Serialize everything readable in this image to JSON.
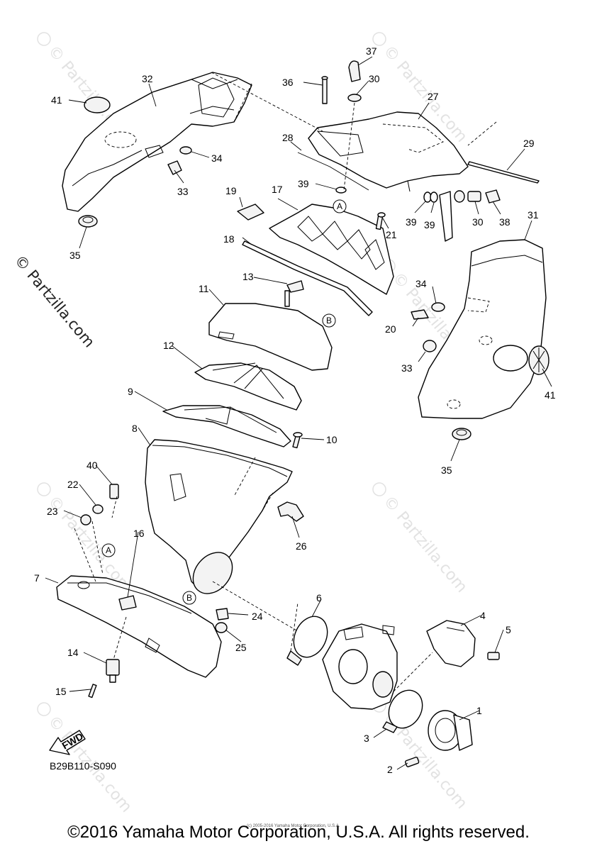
{
  "diagram": {
    "figure_code": "B29B110-S090",
    "copyright": "©2016 Yamaha Motor Corporation, U.S.A. All rights reserved.",
    "fine_print": "(c) 2005-2016 Yamaha Motor Corporation, U.S.A.",
    "side_watermark": "© Partzilla.com",
    "watermark_text": "© Partzilla.com",
    "fwd_label": "FWD",
    "ref_markers": [
      "A",
      "B"
    ],
    "callouts": [
      "1",
      "2",
      "3",
      "4",
      "5",
      "6",
      "7",
      "8",
      "9",
      "10",
      "11",
      "12",
      "13",
      "14",
      "15",
      "16",
      "17",
      "18",
      "19",
      "20",
      "21",
      "22",
      "23",
      "24",
      "25",
      "26",
      "27",
      "28",
      "29",
      "30",
      "31",
      "32",
      "33",
      "34",
      "35",
      "36",
      "37",
      "38",
      "39",
      "40",
      "41"
    ]
  }
}
